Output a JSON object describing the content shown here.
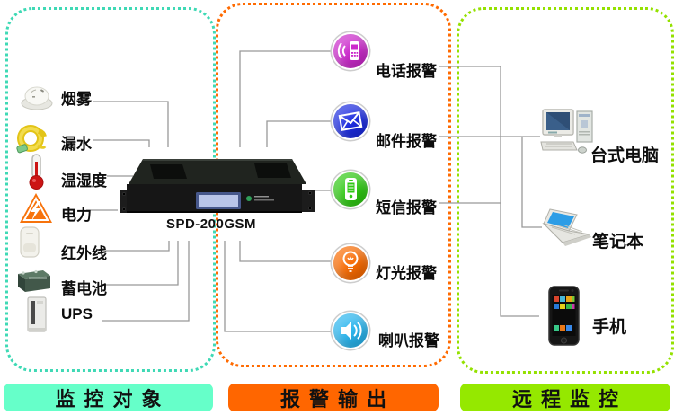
{
  "device": {
    "model": "SPD-200GSM"
  },
  "left": {
    "footer_label": "监控对象",
    "colors": {
      "border": "#3fd9b5",
      "footer_bg": "#66ffc9"
    },
    "items": [
      {
        "label": "烟雾",
        "icon": "smoke-detector-icon"
      },
      {
        "label": "漏水",
        "icon": "water-leak-sensor-icon"
      },
      {
        "label": "温湿度",
        "icon": "thermometer-icon"
      },
      {
        "label": "电力",
        "icon": "power-hazard-icon"
      },
      {
        "label": "红外线",
        "icon": "infrared-sensor-icon"
      },
      {
        "label": "蓄电池",
        "icon": "storage-battery-icon"
      },
      {
        "label": "UPS",
        "icon": "ups-tower-icon"
      }
    ]
  },
  "middle": {
    "footer_label": "报警输出",
    "colors": {
      "border": "#ff6a00",
      "footer_bg": "#ff6600"
    },
    "items": [
      {
        "label": "电话报警",
        "icon": "phone-call-alarm-icon",
        "color": "#cb29cb"
      },
      {
        "label": "邮件报警",
        "icon": "email-alarm-icon",
        "color": "#1b2be0"
      },
      {
        "label": "短信报警",
        "icon": "sms-alarm-icon",
        "color": "#2fc913"
      },
      {
        "label": "灯光报警",
        "icon": "light-alarm-icon",
        "color": "#f96b02"
      },
      {
        "label": "喇叭报警",
        "icon": "horn-alarm-icon",
        "color": "#29b5ee"
      }
    ]
  },
  "right": {
    "footer_label": "远程监控",
    "colors": {
      "border": "#94e100",
      "footer_bg": "#95e800"
    },
    "items": [
      {
        "label": "台式电脑",
        "icon": "desktop-computer-icon"
      },
      {
        "label": "笔记本",
        "icon": "laptop-icon"
      },
      {
        "label": "手机",
        "icon": "smartphone-icon"
      }
    ]
  },
  "line_color": "#999999"
}
